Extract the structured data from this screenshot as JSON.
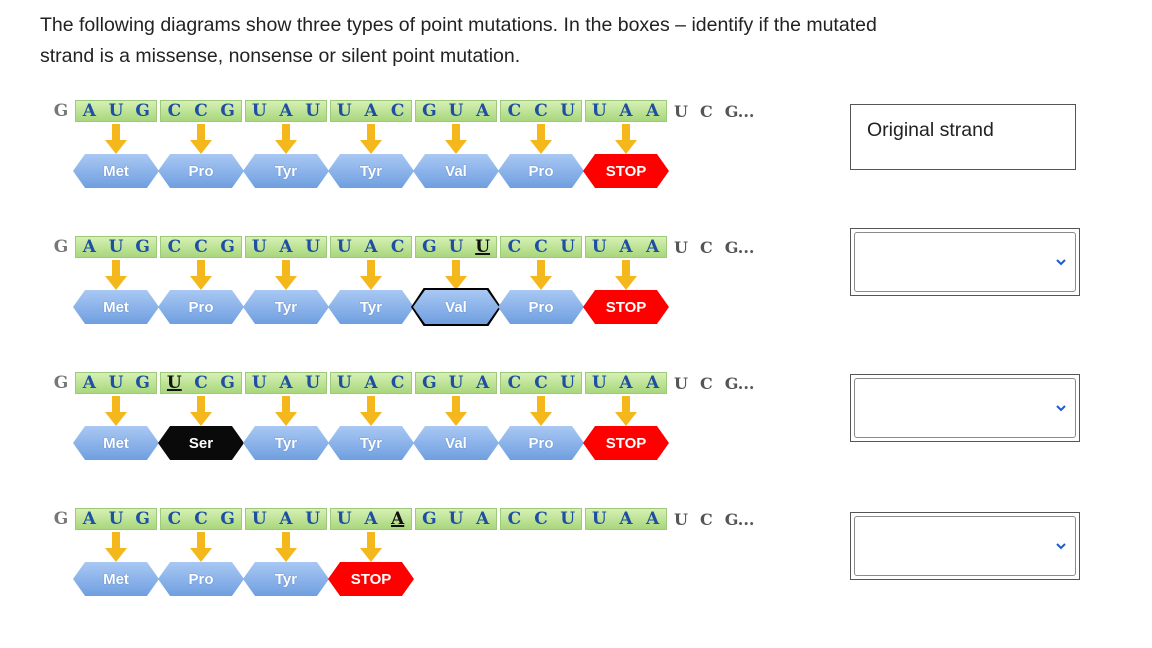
{
  "instructions": {
    "line1": "The following diagrams show three types of point mutations.  In the boxes – identify if the mutated",
    "line2": "strand is a missense, nonsense or silent point mutation."
  },
  "answer_boxes": {
    "original_label": "Original strand"
  },
  "strands": [
    {
      "leading": "G",
      "codons": [
        {
          "bases": [
            "A",
            "U",
            "G"
          ],
          "changed": -1
        },
        {
          "bases": [
            "C",
            "C",
            "G"
          ],
          "changed": -1
        },
        {
          "bases": [
            "U",
            "A",
            "U"
          ],
          "changed": -1
        },
        {
          "bases": [
            "U",
            "A",
            "C"
          ],
          "changed": -1
        },
        {
          "bases": [
            "G",
            "U",
            "A"
          ],
          "changed": -1
        },
        {
          "bases": [
            "C",
            "C",
            "U"
          ],
          "changed": -1
        },
        {
          "bases": [
            "U",
            "A",
            "A"
          ],
          "changed": -1
        }
      ],
      "trailing": [
        "U",
        "C",
        "G..."
      ],
      "aminos": [
        {
          "label": "Met",
          "style": "normal"
        },
        {
          "label": "Pro",
          "style": "normal"
        },
        {
          "label": "Tyr",
          "style": "normal"
        },
        {
          "label": "Tyr",
          "style": "normal"
        },
        {
          "label": "Val",
          "style": "normal"
        },
        {
          "label": "Pro",
          "style": "normal"
        },
        {
          "label": "STOP",
          "style": "stop"
        }
      ]
    },
    {
      "leading": "G",
      "codons": [
        {
          "bases": [
            "A",
            "U",
            "G"
          ],
          "changed": -1
        },
        {
          "bases": [
            "C",
            "C",
            "G"
          ],
          "changed": -1
        },
        {
          "bases": [
            "U",
            "A",
            "U"
          ],
          "changed": -1
        },
        {
          "bases": [
            "U",
            "A",
            "C"
          ],
          "changed": -1
        },
        {
          "bases": [
            "G",
            "U",
            "U"
          ],
          "changed": 2
        },
        {
          "bases": [
            "C",
            "C",
            "U"
          ],
          "changed": -1
        },
        {
          "bases": [
            "U",
            "A",
            "A"
          ],
          "changed": -1
        }
      ],
      "trailing": [
        "U",
        "C",
        "G..."
      ],
      "aminos": [
        {
          "label": "Met",
          "style": "normal"
        },
        {
          "label": "Pro",
          "style": "normal"
        },
        {
          "label": "Tyr",
          "style": "normal"
        },
        {
          "label": "Tyr",
          "style": "normal"
        },
        {
          "label": "Val",
          "style": "outlined"
        },
        {
          "label": "Pro",
          "style": "normal"
        },
        {
          "label": "STOP",
          "style": "stop"
        }
      ]
    },
    {
      "leading": "G",
      "codons": [
        {
          "bases": [
            "A",
            "U",
            "G"
          ],
          "changed": -1
        },
        {
          "bases": [
            "U",
            "C",
            "G"
          ],
          "changed": 0
        },
        {
          "bases": [
            "U",
            "A",
            "U"
          ],
          "changed": -1
        },
        {
          "bases": [
            "U",
            "A",
            "C"
          ],
          "changed": -1
        },
        {
          "bases": [
            "G",
            "U",
            "A"
          ],
          "changed": -1
        },
        {
          "bases": [
            "C",
            "C",
            "U"
          ],
          "changed": -1
        },
        {
          "bases": [
            "U",
            "A",
            "A"
          ],
          "changed": -1
        }
      ],
      "trailing": [
        "U",
        "C",
        "G..."
      ],
      "aminos": [
        {
          "label": "Met",
          "style": "normal"
        },
        {
          "label": "Ser",
          "style": "black"
        },
        {
          "label": "Tyr",
          "style": "normal"
        },
        {
          "label": "Tyr",
          "style": "normal"
        },
        {
          "label": "Val",
          "style": "normal"
        },
        {
          "label": "Pro",
          "style": "normal"
        },
        {
          "label": "STOP",
          "style": "stop"
        }
      ]
    },
    {
      "leading": "G",
      "codons": [
        {
          "bases": [
            "A",
            "U",
            "G"
          ],
          "changed": -1
        },
        {
          "bases": [
            "C",
            "C",
            "G"
          ],
          "changed": -1
        },
        {
          "bases": [
            "U",
            "A",
            "U"
          ],
          "changed": -1
        },
        {
          "bases": [
            "U",
            "A",
            "A"
          ],
          "changed": 2
        },
        {
          "bases": [
            "G",
            "U",
            "A"
          ],
          "changed": -1
        },
        {
          "bases": [
            "C",
            "C",
            "U"
          ],
          "changed": -1
        },
        {
          "bases": [
            "U",
            "A",
            "A"
          ],
          "changed": -1
        }
      ],
      "trailing": [
        "U",
        "C",
        "G..."
      ],
      "aminos": [
        {
          "label": "Met",
          "style": "normal"
        },
        {
          "label": "Pro",
          "style": "normal"
        },
        {
          "label": "Tyr",
          "style": "normal"
        },
        {
          "label": "STOP",
          "style": "stop"
        }
      ]
    }
  ],
  "colors": {
    "codon_text": "#1f4fa3",
    "codon_fill": "#a8d77c",
    "amino_fill": "#6f9fe0",
    "stop_fill": "#ff0000",
    "arrow_fill": "#f5b81c",
    "highlight_fill": "#0a0a0a"
  },
  "icons": {
    "arrow": "down-arrow-icon",
    "dropdown": "chevron-down-icon"
  }
}
